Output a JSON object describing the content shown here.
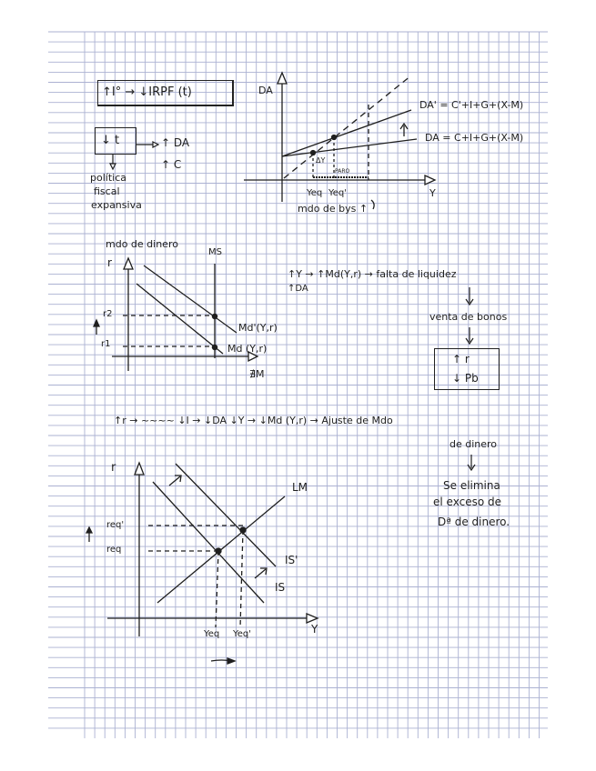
{
  "page": {
    "type": "handwritten economics notes on graph paper",
    "grid_color": "#8f98c4",
    "ink_color": "#1f1f1f"
  },
  "top_left": {
    "boxed_statement": "↑I° → ↓IRPF (t)",
    "tax_box": "↓ t",
    "effects": [
      "↑ DA",
      "↑ C"
    ],
    "policy_label": [
      "política",
      "fiscal",
      "expansiva"
    ]
  },
  "da_chart": {
    "y_axis_label": "DA",
    "x_axis_label": "Y",
    "curve_new": "DA' = C'+I+G+(X-M)",
    "curve_old": "DA = C+I+G+(X-M)",
    "delta_label": "ΔY",
    "gap_label": "PARO",
    "x_ticks": [
      "Yeq",
      "Yeq'"
    ],
    "caption": "mdo de bys ↑"
  },
  "money_market": {
    "title": "mdo de dinero",
    "y_axis_label": "r",
    "supply_label": "MS",
    "r_levels": [
      "r2",
      "r1"
    ],
    "demand_new": "Md'(Y,r)",
    "demand_old": "Md (Y,r)",
    "x_axis_label": "∄M",
    "up_arrow": "↑"
  },
  "chain_1": {
    "line1": "↑Y → ↑Md(Y,r) → falta de liquidez",
    "line2": "↑DA",
    "step2": "venta de bonos",
    "result_box": [
      "↑ r",
      "↓ Pb"
    ]
  },
  "chain_2": {
    "line": "↑r → ~~~~ ↓I → ↓DA ↓Y → ↓Md (Y,r) → Ajuste de Mdo",
    "dinero_continuation": "de dinero",
    "conclusion": [
      "Se elimina",
      "el exceso de",
      "Dª de dinero."
    ]
  },
  "is_lm_chart": {
    "y_axis_label": "r",
    "x_axis_label": "Y",
    "curves": [
      "LM",
      "IS'",
      "IS"
    ],
    "r_ticks": [
      "req'",
      "req"
    ],
    "y_ticks": [
      "Yeq",
      "Yeq'"
    ],
    "up_arrow": "↑",
    "shift_arrow": "→"
  }
}
